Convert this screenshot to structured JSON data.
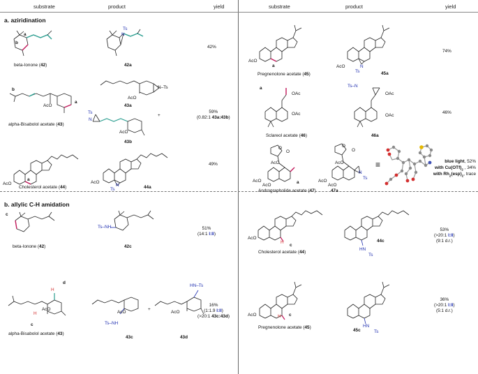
{
  "headers": {
    "substrate": "substrate",
    "product": "product",
    "yield": "yield"
  },
  "sections": {
    "a": "a. aziridination",
    "b": "b. allylic C-H amidation"
  },
  "left_rows": [
    {
      "substrate": "beta-Ionone",
      "substrate_num": "42",
      "product": "42a",
      "yield": "42%"
    },
    {
      "substrate": "alpha-Bisabolol acetate",
      "substrate_num": "43",
      "product": "43a",
      "product2": "43b",
      "yield": "59%",
      "ratio_prefix": "(0.82:1 ",
      "ratio": "43a:43b",
      "ratio_suffix": ")"
    },
    {
      "substrate": "Cholesterol acetate",
      "substrate_num": "44",
      "product": "44a",
      "yield": "49%"
    },
    {
      "substrate": "beta-Ionone",
      "substrate_num": "42",
      "product": "42c",
      "yield": "51%",
      "ratio_prefix": "(14:1 ",
      "ratio": "I:II",
      "ratio_suffix": ")"
    },
    {
      "substrate": "alpha-Bisabolol acetate",
      "substrate_num": "43",
      "product": "43c",
      "product2": "43d",
      "yield": "16%",
      "ratio_prefix": "(1:1.9 ",
      "ratio": "I:II",
      "ratio_suffix": ")",
      "ratio2_prefix": "(>20:1 ",
      "ratio2": "43c:43d",
      "ratio2_suffix": ")"
    }
  ],
  "right_rows": [
    {
      "substrate": "Pregnenolone acetate",
      "substrate_num": "45",
      "product": "45a",
      "yield": "74%"
    },
    {
      "substrate": "Sclareol acetate",
      "substrate_num": "46",
      "product": "46a",
      "yield": "46%"
    },
    {
      "substrate": "Andrographolide acetate",
      "substrate_num": "47",
      "product": "47a",
      "yield_lines": [
        {
          "lead": "blue light",
          "rest": ", 52%"
        },
        {
          "lead": "with Cu(OTf)",
          "sub": "2",
          "rest": " , 34%"
        },
        {
          "lead": "with Rh",
          "sub": "2",
          "lead2": "(esp)",
          "sub2": "2",
          "rest": ",  trace"
        }
      ]
    },
    {
      "substrate": "Cholesterol acetate",
      "substrate_num": "44",
      "product": "44c",
      "yield": "53%",
      "ratio_prefix": "(>20:1 ",
      "ratio": "I:II",
      "ratio_suffix": ")",
      "dr": "(9:1 d.r.)"
    },
    {
      "substrate": "Pregnenolone acetate",
      "substrate_num": "45",
      "product": "45c",
      "yield": "36%",
      "ratio_prefix": "(>20:1 ",
      "ratio": "I:II",
      "ratio_suffix": ")",
      "dr": "(5:1  d.r.)"
    }
  ],
  "atom_labels": {
    "ts": "Ts",
    "n": "N",
    "nh": "NH",
    "hn": "HN",
    "h": "H",
    "aco": "AcO",
    "oac": "OAc",
    "a": "a",
    "b": "b",
    "c": "c",
    "d": "d",
    "plus": "+",
    "equiv": "≡",
    "o": "O",
    "n_ts": "N–Ts",
    "ts_n": "Ts–N"
  },
  "colors": {
    "teal": "#2a9d8f",
    "magenta": "#c2185b",
    "blue": "#1f2fb0",
    "red": "#d32f2f"
  }
}
